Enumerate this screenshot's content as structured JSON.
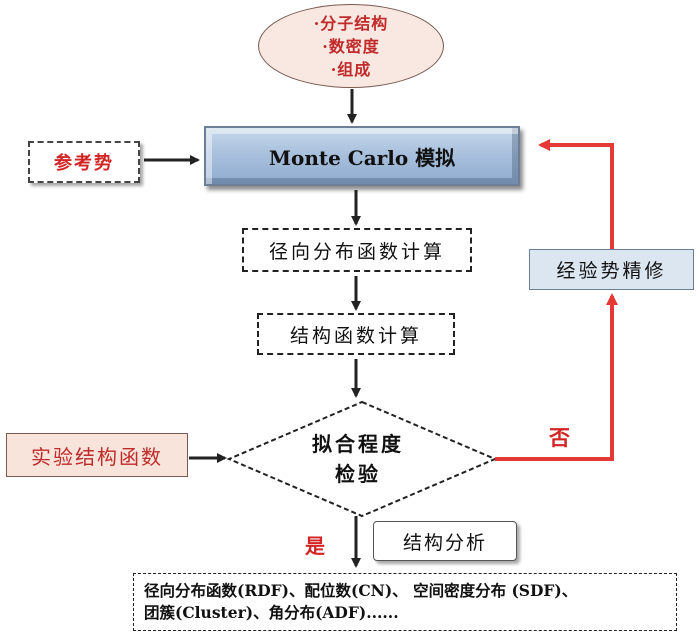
{
  "input_ellipse": {
    "lines": [
      "·分子结构",
      "·数密度",
      "·组成"
    ]
  },
  "monte_carlo": {
    "label": "Monte Carlo 模拟"
  },
  "reference_potential": {
    "label": "参考势"
  },
  "rdf_calc": {
    "label": "径向分布函数计算"
  },
  "structure_factor_calc": {
    "label": "结构函数计算"
  },
  "empirical_refinement": {
    "label": "经验势精修"
  },
  "experimental_sf": {
    "label": "实验结构函数"
  },
  "fit_check": {
    "line1": "拟合程度",
    "line2": "检验"
  },
  "branch_no": "否",
  "branch_yes": "是",
  "structure_analysis": {
    "label": "结构分析"
  },
  "outputs": {
    "line1": "径向分布函数(RDF)、配位数(CN)、 空间密度分布 (SDF)、",
    "line2": "团簇(Cluster)、角分布(ADF)......"
  },
  "colors": {
    "red_arrow": "#e53935",
    "accent_red_text": "#d32424",
    "box_blue": "#a7bfdc"
  }
}
